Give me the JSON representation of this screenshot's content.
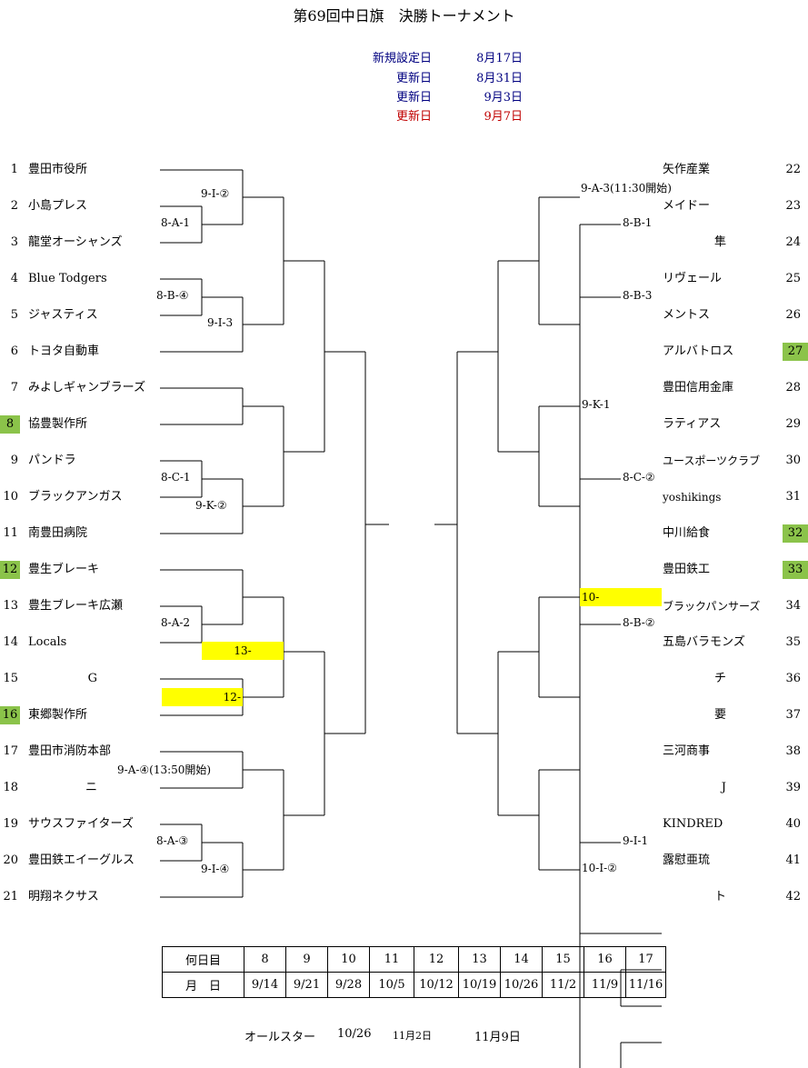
{
  "title": "第69回中日旗　決勝トーナメント",
  "updates": [
    {
      "label": "新規設定日",
      "date": "8月17日",
      "color": "#000080"
    },
    {
      "label": "更新日",
      "date": "8月31日",
      "color": "#000080"
    },
    {
      "label": "更新日",
      "date": "9月3日",
      "color": "#000080"
    },
    {
      "label": "更新日",
      "date": "9月7日",
      "color": "#c00000"
    }
  ],
  "left_teams": [
    {
      "num": "1",
      "name": "豊田市役所"
    },
    {
      "num": "2",
      "name": "小島プレス"
    },
    {
      "num": "3",
      "name": "龍堂オーシャンズ"
    },
    {
      "num": "4",
      "name": "Blue Todgers"
    },
    {
      "num": "5",
      "name": "ジャスティス"
    },
    {
      "num": "6",
      "name": "トヨタ自動車"
    },
    {
      "num": "7",
      "name": "みよしギャンブラーズ"
    },
    {
      "num": "8",
      "name": "協豊製作所",
      "highlight": true
    },
    {
      "num": "9",
      "name": "パンドラ"
    },
    {
      "num": "10",
      "name": "ブラックアンガス"
    },
    {
      "num": "11",
      "name": "南豊田病院"
    },
    {
      "num": "12",
      "name": "豊生ブレーキ",
      "highlight": true
    },
    {
      "num": "13",
      "name": "豊生ブレーキ広瀬"
    },
    {
      "num": "14",
      "name": "Locals"
    },
    {
      "num": "15",
      "name": "G"
    },
    {
      "num": "16",
      "name": "東郷製作所",
      "highlight": true
    },
    {
      "num": "17",
      "name": "豊田市消防本部"
    },
    {
      "num": "18",
      "name": "ニ"
    },
    {
      "num": "19",
      "name": "サウスファイターズ"
    },
    {
      "num": "20",
      "name": "豊田鉄エイーグルス"
    },
    {
      "num": "21",
      "name": "明翔ネクサス"
    }
  ],
  "right_teams": [
    {
      "num": "22",
      "name": "矢作産業"
    },
    {
      "num": "23",
      "name": "メイドー"
    },
    {
      "num": "24",
      "name": "隼"
    },
    {
      "num": "25",
      "name": "リヴェール"
    },
    {
      "num": "26",
      "name": "メントス"
    },
    {
      "num": "27",
      "name": "アルバトロス",
      "highlight": true
    },
    {
      "num": "28",
      "name": "豊田信用金庫"
    },
    {
      "num": "29",
      "name": "ラティアス"
    },
    {
      "num": "30",
      "name": "ユースポーツクラブ"
    },
    {
      "num": "31",
      "name": "yoshikings"
    },
    {
      "num": "32",
      "name": "中川給食",
      "highlight": true
    },
    {
      "num": "33",
      "name": "豊田鉄工",
      "highlight": true
    },
    {
      "num": "34",
      "name": "ブラックパンサーズ"
    },
    {
      "num": "35",
      "name": "五島バラモンズ"
    },
    {
      "num": "36",
      "name": "チ"
    },
    {
      "num": "37",
      "name": "要"
    },
    {
      "num": "38",
      "name": "三河商事"
    },
    {
      "num": "39",
      "name": "J"
    },
    {
      "num": "40",
      "name": "KINDRED"
    },
    {
      "num": "41",
      "name": "露慰亜琉"
    },
    {
      "num": "42",
      "name": "ト"
    }
  ],
  "match_labels": {
    "m_9I2": "9-I-②",
    "m_8A1": "8-A-1",
    "m_8B4": "8-B-④",
    "m_9I3": "9-I-3",
    "m_8C1": "8-C-1",
    "m_9K2": "9-K-②",
    "m_8A2": "8-A-2",
    "m_13": "13-",
    "m_12": "12-",
    "m_9A4": "9-A-④(13:50開始)",
    "m_8A3": "8-A-③",
    "m_9I4": "9-I-④",
    "m_9A3": "9-A-3(11:30開始)",
    "m_8B1": "8-B-1",
    "m_8B3": "8-B-3",
    "m_9K1": "9-K-1",
    "m_8C2": "8-C-②",
    "m_10": "10-",
    "m_8B2": "8-B-②",
    "m_9I1": "9-I-1",
    "m_10I2": "10-I-②"
  },
  "schedule": {
    "row1_header": "何日目",
    "row2_header": "月　日",
    "days": [
      "8",
      "9",
      "10",
      "11",
      "12",
      "13",
      "14",
      "15",
      "16",
      "17"
    ],
    "dates": [
      "9/14",
      "9/21",
      "9/28",
      "10/5",
      "10/12",
      "10/19",
      "10/26",
      "11/2",
      "11/9",
      "11/16"
    ]
  },
  "footer": {
    "allstar_label": "オールスター",
    "allstar_date": "10/26",
    "date_a": "11月2日",
    "date_b": "11月9日"
  },
  "colors": {
    "highlight_green": "#8bc34a",
    "highlight_yellow": "#ffff00"
  }
}
